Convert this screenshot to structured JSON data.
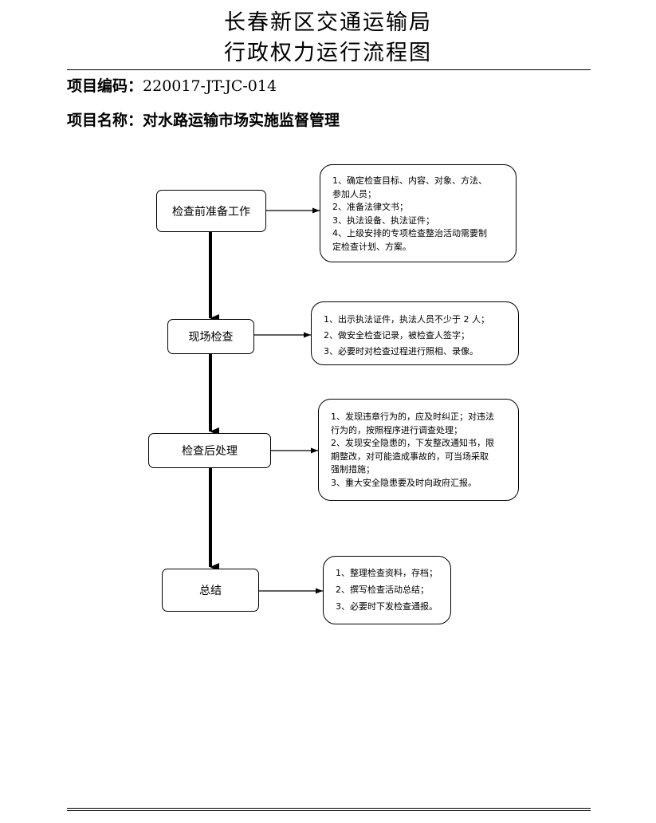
{
  "header": {
    "title_line1": "长春新区交通运输局",
    "title_line2": "行政权力运行流程图",
    "code_label": "项目编码：",
    "code_value": "220017-JT-JC-014",
    "name_label": "项目名称：",
    "name_value": "对水路运输市场实施监督管理"
  },
  "flow": {
    "steps": [
      {
        "label": "检查前准备工作",
        "notes": [
          "1、确定检查目标、内容、对象、方法、",
          "参加人员；",
          "2、准备法律文书；",
          "3、执法设备、执法证件；",
          "4、上级安排的专项检查整治活动需要制",
          "定检查计划、方案。"
        ]
      },
      {
        "label": "现场检查",
        "notes": [
          "1、出示执法证件，执法人员不少于 2 人；",
          "2、做安全检查记录，被检查人签字；",
          "3、必要时对检查过程进行照相、录像。"
        ]
      },
      {
        "label": "检查后处理",
        "notes": [
          "1、发现违章行为的，应及时纠正；对违法",
          "行为的，按照程序进行调查处理；",
          "2、发现安全隐患的，下发整改通知书，限",
          "期整改，对可能造成事故的，可当场采取",
          "强制措施；",
          "3、重大安全隐患要及时向政府汇报。"
        ]
      },
      {
        "label": "总结",
        "notes": [
          "1、整理检查资料，存档；",
          "2、撰写检查活动总结；",
          "3、必要时下发检查通报。"
        ]
      }
    ]
  }
}
